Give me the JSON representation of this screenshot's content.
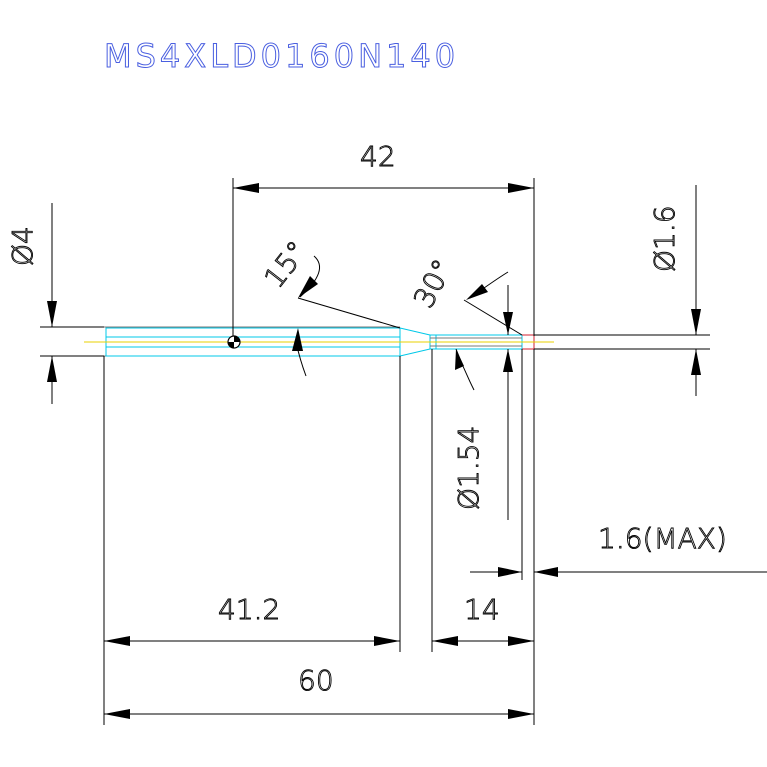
{
  "title": "MS4XLD0160N140",
  "dimensions": {
    "overall_length": "60",
    "neck_length": "41.2",
    "flute_length": "14",
    "shank_diameter": "Ø4",
    "cutting_diameter": "Ø1.6",
    "neck_diameter": "Ø1.54",
    "reach_length": "42",
    "neck_angle": "15°",
    "tip_angle": "30°",
    "max_offset": "1.6(MAX)"
  },
  "colors": {
    "title": "#4a5fe0",
    "outline": "#00c8e8",
    "centerline": "#e8d000",
    "dimension": "#000000"
  }
}
